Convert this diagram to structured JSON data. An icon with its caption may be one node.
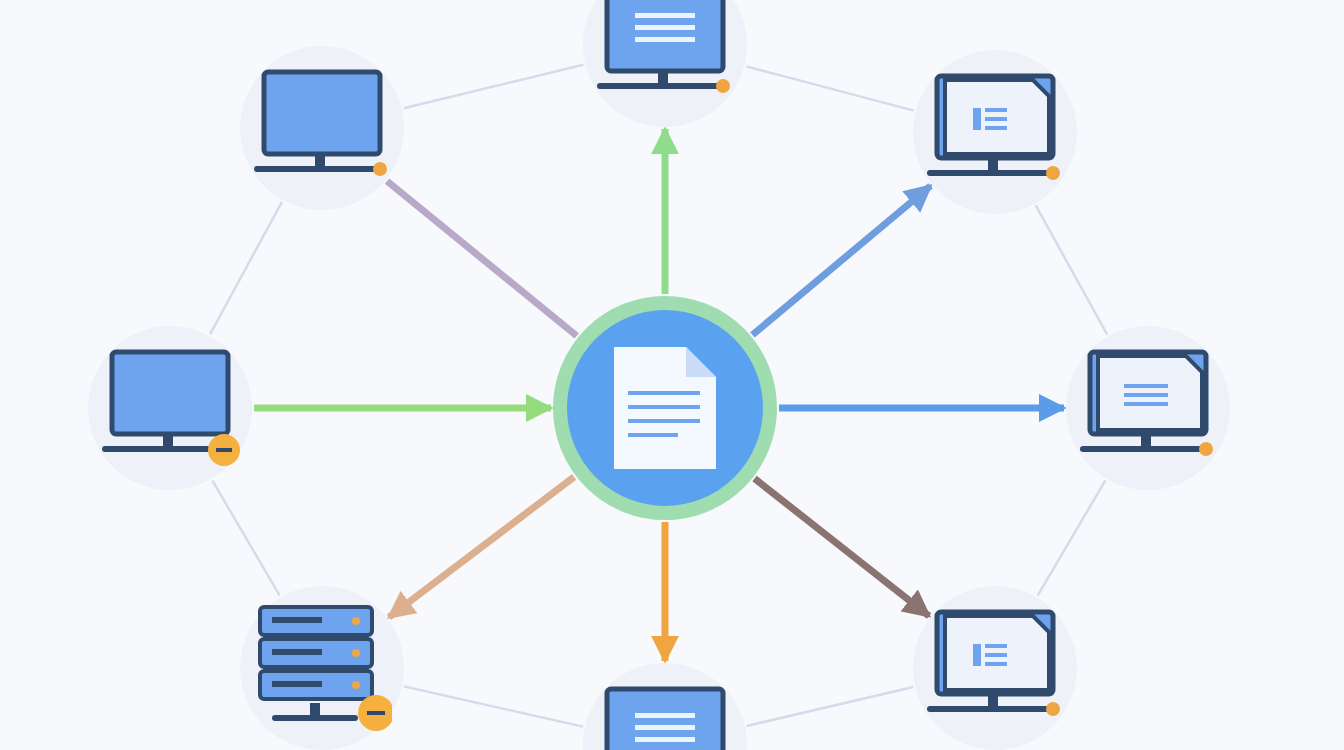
{
  "diagram": {
    "nodes": [
      {
        "text": [],
        "shape": "picture"
      },
      {
        "text": [],
        "shape": "picture"
      },
      {
        "text": [],
        "shape": "picture"
      },
      {
        "text": [],
        "shape": "picture"
      },
      {
        "text": [],
        "shape": "picture"
      },
      {
        "text": [],
        "shape": "picture"
      },
      {
        "text": [],
        "shape": "picture"
      },
      {
        "text": [],
        "shape": "picture"
      },
      {
        "text": [],
        "shape": "picture"
      }
    ],
    "edges": [
      {
        "from": 1,
        "to": 0,
        "arrow": "none",
        "style": "thick",
        "color": "#b9a9c8"
      },
      {
        "from": 0,
        "to": 2,
        "arrow": "to",
        "style": "thick",
        "color": "#8fdc8a"
      },
      {
        "from": 0,
        "to": 3,
        "arrow": "to",
        "style": "thick",
        "color": "#6f9ee0"
      },
      {
        "from": 0,
        "to": 4,
        "arrow": "to",
        "style": "thick",
        "color": "#5b9be8"
      },
      {
        "from": 0,
        "to": 5,
        "arrow": "to",
        "style": "thick",
        "color": "#8a7370"
      },
      {
        "from": 0,
        "to": 6,
        "arrow": "to",
        "style": "thick",
        "color": "#f0a640"
      },
      {
        "from": 0,
        "to": 7,
        "arrow": "to",
        "style": "thick",
        "color": "#dcb08e"
      },
      {
        "from": 8,
        "to": 0,
        "arrow": "to",
        "style": "thick",
        "color": "#95dc7e"
      },
      {
        "from": 1,
        "to": 2,
        "arrow": "none"
      },
      {
        "from": 2,
        "to": 3,
        "arrow": "none"
      },
      {
        "from": 3,
        "to": 4,
        "arrow": "none"
      },
      {
        "from": 4,
        "to": 5,
        "arrow": "none"
      },
      {
        "from": 5,
        "to": 6,
        "arrow": "none"
      },
      {
        "from": 6,
        "to": 7,
        "arrow": "none"
      },
      {
        "from": 7,
        "to": 8,
        "arrow": "none"
      },
      {
        "from": 8,
        "to": 1,
        "arrow": "none"
      }
    ]
  }
}
